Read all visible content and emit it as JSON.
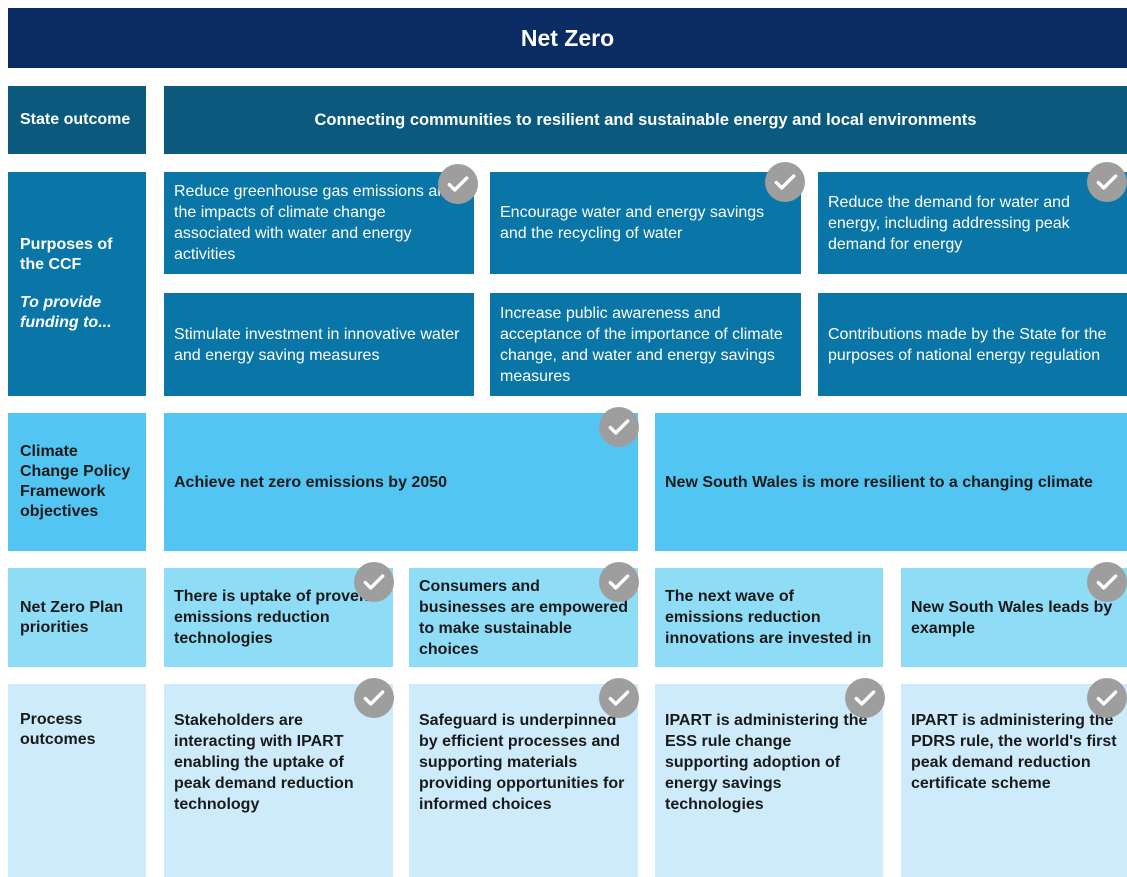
{
  "title": "Net Zero",
  "rows": {
    "state_outcome": {
      "label": "State outcome",
      "text": "Connecting communities to resilient and sustainable energy and local environments"
    },
    "purposes": {
      "label": "Purposes of the CCF",
      "sublabel": "To provide funding to...",
      "items": [
        "Reduce greenhouse gas emissions and the impacts of climate change associated with water and energy activities",
        "Encourage water and energy savings and the recycling of water",
        "Reduce the demand for water and energy, including addressing peak demand for energy",
        "Stimulate investment in innovative water and energy saving measures",
        "Increase public awareness and acceptance of the importance of climate change, and water and energy savings measures",
        "Contributions made by the State for the purposes of national energy regulation"
      ]
    },
    "objectives": {
      "label": "Climate Change Policy Framework objectives",
      "items": [
        "Achieve net zero emissions by 2050",
        "New South Wales is more resilient to a changing climate"
      ]
    },
    "priorities": {
      "label": "Net Zero Plan priorities",
      "items": [
        "There is uptake of proven emissions reduction technologies",
        "Consumers and businesses are empowered to make sustainable choices",
        "The next wave of emissions reduction innovations are invested in",
        "New South Wales leads by example"
      ]
    },
    "process_outcomes": {
      "label": "Process outcomes",
      "items": [
        "Stakeholders are interacting with IPART enabling the uptake of peak demand reduction technology",
        "Safeguard is underpinned by efficient processes and supporting materials providing opportunities for informed choices",
        "IPART is administering the ESS rule change supporting adoption of energy savings technologies",
        "IPART is administering the PDRS rule, the world's first peak demand reduction certificate scheme"
      ]
    }
  },
  "colors": {
    "title_bg": "#0a2b63",
    "state_bg": "#0b5a7d",
    "purpose_bg": "#0a76a7",
    "objective_bg": "#53c5f2",
    "priority_bg": "#8fdcf7",
    "process_bg": "#cdebfb",
    "check_badge": "#9e9e9e"
  },
  "icons": {
    "check": "check-circle-icon"
  }
}
